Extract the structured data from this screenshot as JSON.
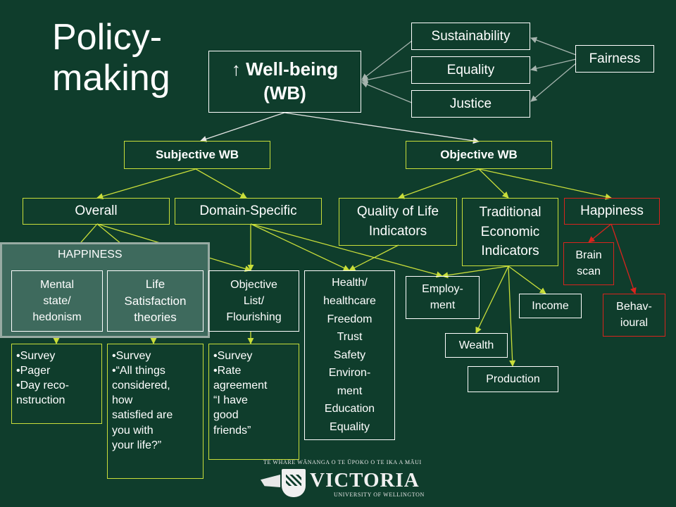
{
  "title_line1": "Policy-",
  "title_line2": "making",
  "wellbeing": {
    "line1": "↑ Well-being",
    "line2": "(WB)"
  },
  "values": [
    "Sustainability",
    "Equality",
    "Justice"
  ],
  "fairness": "Fairness",
  "subjective_wb": "Subjective WB",
  "objective_wb": "Objective WB",
  "overall": "Overall",
  "domain_specific": "Domain-Specific",
  "quality_of_life": {
    "line1": "Quality of Life",
    "line2": "Indicators"
  },
  "traditional": {
    "line1": "Traditional",
    "line2": "Economic",
    "line3": "Indicators"
  },
  "happiness_box": "Happiness",
  "happiness_panel_label": "HAPPINESS",
  "mental_state": {
    "line1": "Mental",
    "line2": "state/",
    "line3": "hedonism"
  },
  "life_satisfaction": {
    "line1": "Life",
    "line2": "Satisfaction",
    "line3": "theories"
  },
  "objective_list": {
    "line1": "Objective",
    "line2": "List/",
    "line3": "Flourishing"
  },
  "health_list": [
    "Health/",
    "healthcare",
    "Freedom",
    "Trust",
    "Safety",
    "Environ-",
    "ment",
    "Education",
    "Equality"
  ],
  "employment": {
    "line1": "Employ-",
    "line2": "ment"
  },
  "income": "Income",
  "wealth": "Wealth",
  "production": "Production",
  "brain_scan": {
    "line1": "Brain",
    "line2": "scan"
  },
  "behavioural": {
    "line1": "Behav-",
    "line2": "ioural"
  },
  "survey1": [
    "•Survey",
    "•Pager",
    "•Day reco-",
    "nstruction"
  ],
  "survey2": [
    "•Survey",
    "•“All things",
    "considered,",
    "how",
    "satisfied are",
    "you with",
    "your life?”"
  ],
  "survey3": [
    "•Survey",
    "•Rate",
    "agreement",
    "“I have",
    "good",
    "friends”"
  ],
  "logo": {
    "top_text": "TE WHARE WĀNANGA O TE ŪPOKO O TE IKA A MĀUI",
    "name": "VICTORIA",
    "sub_text": "UNIVERSITY OF WELLINGTON"
  },
  "colors": {
    "background": "#0f3d2c",
    "yellow_arrow": "#c9de3a",
    "red_arrow": "#d8241d",
    "white_arrow": "#e6e6e6",
    "gray_arrow": "#a6b4ae"
  }
}
